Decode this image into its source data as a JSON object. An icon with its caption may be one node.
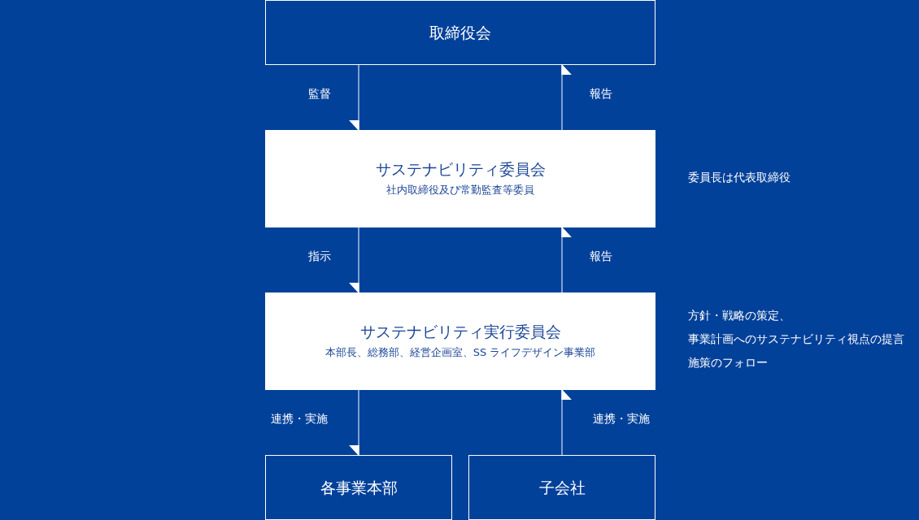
{
  "diagram": {
    "nodes": [
      {
        "text": [
          "取締役会"
        ]
      },
      {
        "text": [
          "サステナビリティ委員会",
          "社内取締役及び常勤監査等委員"
        ],
        "beside": [
          "委員長は代表取締役"
        ]
      },
      {
        "text": [
          "サステナビリティ実行委員会",
          "本部長、総務部、経営企画室、SS ライフデザイン事業部"
        ],
        "beside": [
          "方針・戦略の策定、",
          "事業計画へのサステナビリティ視点の提言",
          "施策のフォロー"
        ]
      },
      {
        "text": [
          "各事業本部"
        ]
      },
      {
        "text": [
          "子会社"
        ]
      }
    ],
    "edges": [
      {
        "from": 0,
        "to": 1,
        "arrow": "to",
        "label": "監督"
      },
      {
        "from": 1,
        "to": 0,
        "arrow": "to",
        "label": "報告"
      },
      {
        "from": 1,
        "to": 2,
        "arrow": "to",
        "label": "指示"
      },
      {
        "from": 2,
        "to": 1,
        "arrow": "to",
        "label": "報告"
      },
      {
        "from": 2,
        "to": 3,
        "arrow": "to",
        "label": "連携・実施"
      },
      {
        "from": 4,
        "to": 2,
        "arrow": "to",
        "label": "連携・実施"
      }
    ]
  }
}
